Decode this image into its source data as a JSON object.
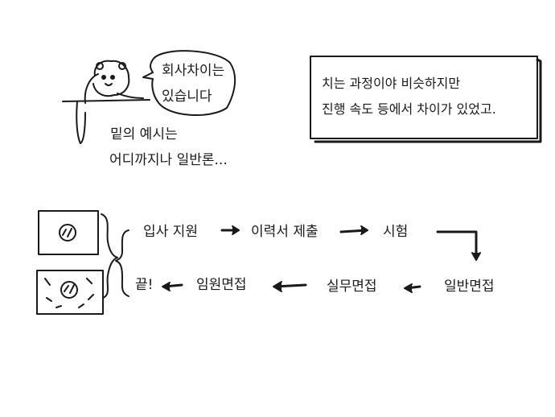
{
  "bubble": {
    "line1": "회사차이는",
    "line2": "있습니다"
  },
  "caption": {
    "line1": "밑의 예시는",
    "line2": "어디까지나 일반론..."
  },
  "note_box": {
    "line1": "치는 과정이야 비슷하지만",
    "line2": "진행 속도 등에서 차이가 있었고."
  },
  "flow": {
    "step1": "입사 지원",
    "step2": "이력서 제출",
    "step3": "시험",
    "step4": "일반면접",
    "step5": "실무면접",
    "step6": "임원면접",
    "step7": "끝!"
  }
}
